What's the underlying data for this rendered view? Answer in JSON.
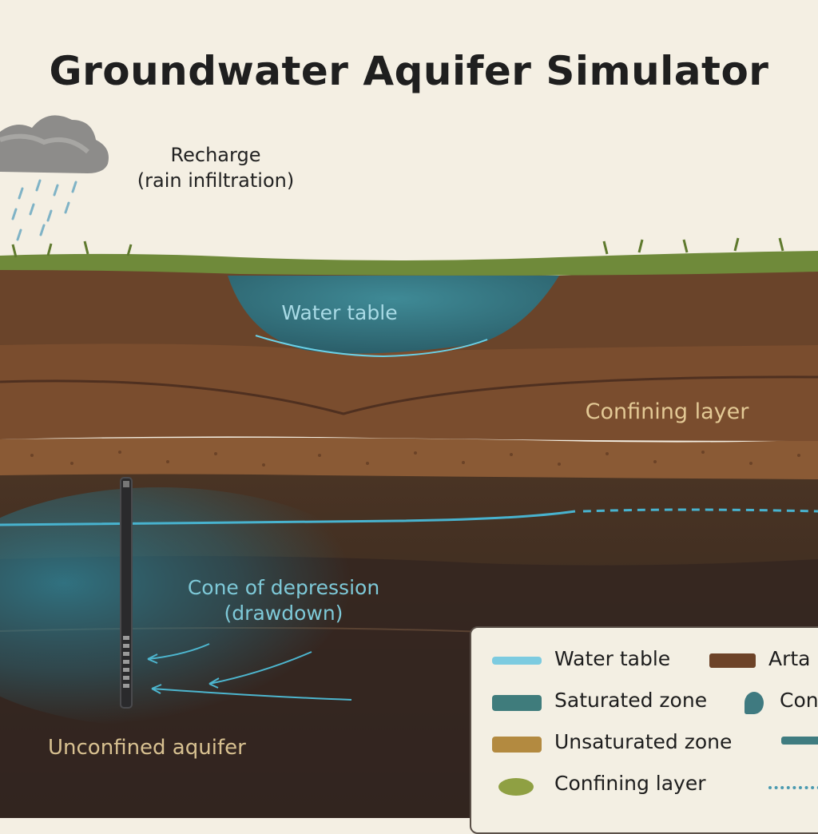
{
  "title": "Groundwater Aquifer Simulator",
  "labels": {
    "recharge_line1": "Recharge",
    "recharge_line2": "(rain infiltration)",
    "water_table": "Water table",
    "confining_layer": "Confining layer",
    "cone_line1": "Cone of depression",
    "cone_line2": "(drawdown)",
    "unconfined_aquifer": "Unconfined aquifer"
  },
  "legend": {
    "items": [
      {
        "label": "Water table",
        "swatch": "water-line",
        "color": "#7ccbe0"
      },
      {
        "label": "Saturated zone",
        "swatch": "box",
        "color": "#3f7c7c"
      },
      {
        "label": "Unsaturated zone",
        "swatch": "box",
        "color": "#b38a40"
      },
      {
        "label": "Confining layer",
        "swatch": "blob",
        "color": "#8fa043"
      },
      {
        "label": "Arta",
        "swatch": "box",
        "color": "#6d4328"
      },
      {
        "label": "Con",
        "swatch": "drop",
        "color": "#3f7a80"
      },
      {
        "label": "",
        "swatch": "pipe",
        "color": "#3f7c80"
      },
      {
        "label": "",
        "swatch": "dots",
        "color": "#4a9ab0"
      }
    ]
  },
  "colors": {
    "background": "#f4efe3",
    "grass": "#6f8a3a",
    "topsoil": "#6a442a",
    "clay_band": "#8a5a35",
    "aquifer_dark": "#3c2c22",
    "water": "#3fa6c0"
  }
}
